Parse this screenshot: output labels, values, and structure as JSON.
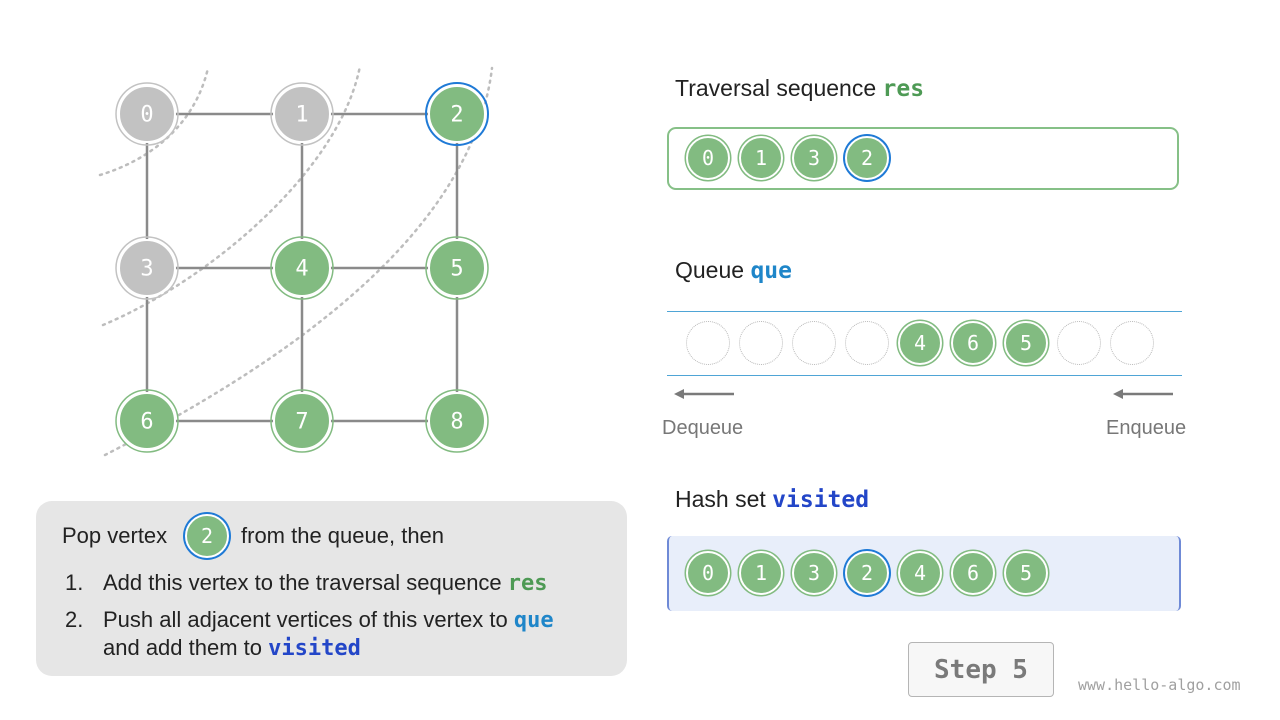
{
  "graph": {
    "vertices": [
      {
        "label": "0",
        "state": "visited"
      },
      {
        "label": "1",
        "state": "visited"
      },
      {
        "label": "2",
        "state": "current"
      },
      {
        "label": "3",
        "state": "visited"
      },
      {
        "label": "4",
        "state": "queued"
      },
      {
        "label": "5",
        "state": "queued"
      },
      {
        "label": "6",
        "state": "queued"
      },
      {
        "label": "7",
        "state": "unvisited"
      },
      {
        "label": "8",
        "state": "unvisited"
      }
    ],
    "edges": [
      [
        0,
        1
      ],
      [
        1,
        2
      ],
      [
        3,
        4
      ],
      [
        4,
        5
      ],
      [
        6,
        7
      ],
      [
        7,
        8
      ],
      [
        0,
        3
      ],
      [
        3,
        6
      ],
      [
        1,
        4
      ],
      [
        4,
        7
      ],
      [
        2,
        5
      ],
      [
        5,
        8
      ]
    ],
    "colors": {
      "visited": "#c2c2c2",
      "active": "#82bb81",
      "current_ring": "#1f7ad6",
      "edge": "#8a8a8a",
      "wave": "#bdbdbd"
    }
  },
  "res_section": {
    "title": "Traversal sequence",
    "var": "res",
    "items": [
      "0",
      "1",
      "3",
      "2"
    ],
    "current": "2"
  },
  "queue_section": {
    "title": "Queue",
    "var": "que",
    "slots": [
      "",
      "",
      "",
      "",
      "4",
      "6",
      "5",
      "",
      ""
    ],
    "dequeue_label": "Dequeue",
    "enqueue_label": "Enqueue"
  },
  "visited_section": {
    "title": "Hash set",
    "var": "visited",
    "items": [
      "0",
      "1",
      "3",
      "2",
      "4",
      "6",
      "5"
    ],
    "current": "2"
  },
  "info": {
    "line1_pre": "Pop vertex",
    "vertex": "2",
    "line1_post": "from the queue, then",
    "step1_num": "1.",
    "step1_text": "Add this vertex to the traversal sequence",
    "step1_var": "res",
    "step2_num": "2.",
    "step2_text": "Push all adjacent vertices of this vertex to",
    "step2_var": "que",
    "step2_cont": "and add them to",
    "step2_var2": "visited"
  },
  "step": {
    "label": "Step 5"
  },
  "watermark": "www.hello-algo.com"
}
